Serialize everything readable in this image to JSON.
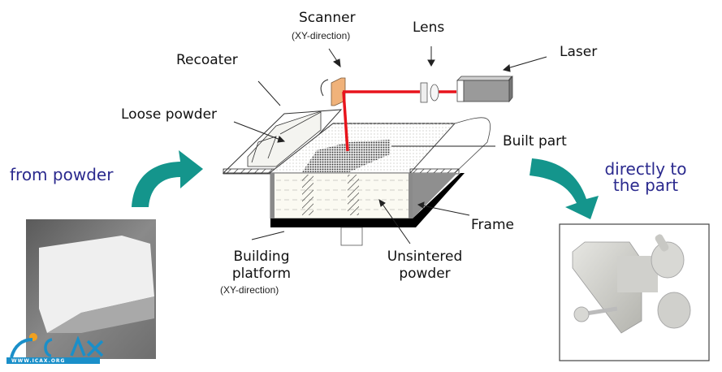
{
  "labels": {
    "scanner": "Scanner",
    "scanner_sub": "(XY-direction)",
    "lens": "Lens",
    "laser": "Laser",
    "recoater": "Recoater",
    "loose_powder": "Loose powder",
    "built_part": "Built part",
    "frame": "Frame",
    "building_platform_1": "Building",
    "building_platform_2": "platform",
    "building_platform_sub": "(XY-direction)",
    "unsintered_1": "Unsintered",
    "unsintered_2": "powder"
  },
  "captions": {
    "from_powder": "from powder",
    "directly_1": "directly to",
    "directly_2": "the part"
  },
  "logo": {
    "name": "ICAX",
    "url_text": "WWW.ICAX.ORG"
  },
  "colors": {
    "arrow_teal": "#14958c",
    "laser_beam": "#e8141c",
    "caption_blue": "#2b2a8e",
    "scanner_mirror": "#f0b27a",
    "laser_body": "#9a9a9a",
    "logo_blue": "#1a8fc9"
  }
}
